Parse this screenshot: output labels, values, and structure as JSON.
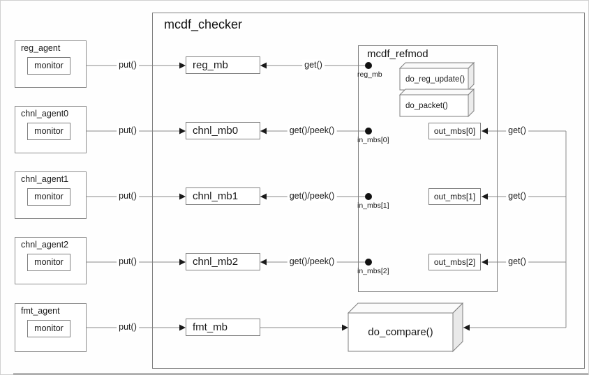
{
  "title": "mcdf_checker",
  "rows": [
    {
      "agent": "reg_agent",
      "monitor": "monitor",
      "put_label": "put()",
      "mailbox": "reg_mb",
      "get_label": "get()",
      "port_label": "reg_mb"
    },
    {
      "agent": "chnl_agent0",
      "monitor": "monitor",
      "put_label": "put()",
      "mailbox": "chnl_mb0",
      "get_label": "get()/peek()",
      "port_label": "in_mbs[0]"
    },
    {
      "agent": "chnl_agent1",
      "monitor": "monitor",
      "put_label": "put()",
      "mailbox": "chnl_mb1",
      "get_label": "get()/peek()",
      "port_label": "in_mbs[1]"
    },
    {
      "agent": "chnl_agent2",
      "monitor": "monitor",
      "put_label": "put()",
      "mailbox": "chnl_mb2",
      "get_label": "get()/peek()",
      "port_label": "in_mbs[2]"
    },
    {
      "agent": "fmt_agent",
      "monitor": "monitor",
      "put_label": "put()",
      "mailbox": "fmt_mb"
    }
  ],
  "refmod": {
    "title": "mcdf_refmod",
    "functions": [
      "do_reg_update()",
      "do_packet()"
    ],
    "out_mailboxes": [
      {
        "label": "out_mbs[0]",
        "get_label": "get()"
      },
      {
        "label": "out_mbs[1]",
        "get_label": "get()"
      },
      {
        "label": "out_mbs[2]",
        "get_label": "get()"
      }
    ]
  },
  "compare_label": "do_compare()",
  "colors": {
    "line": "#8a8a8a",
    "box_border": "#7f7f7f",
    "arrow": "#1a1a1a",
    "text": "#1a1a1a",
    "background": "#ffffff"
  }
}
